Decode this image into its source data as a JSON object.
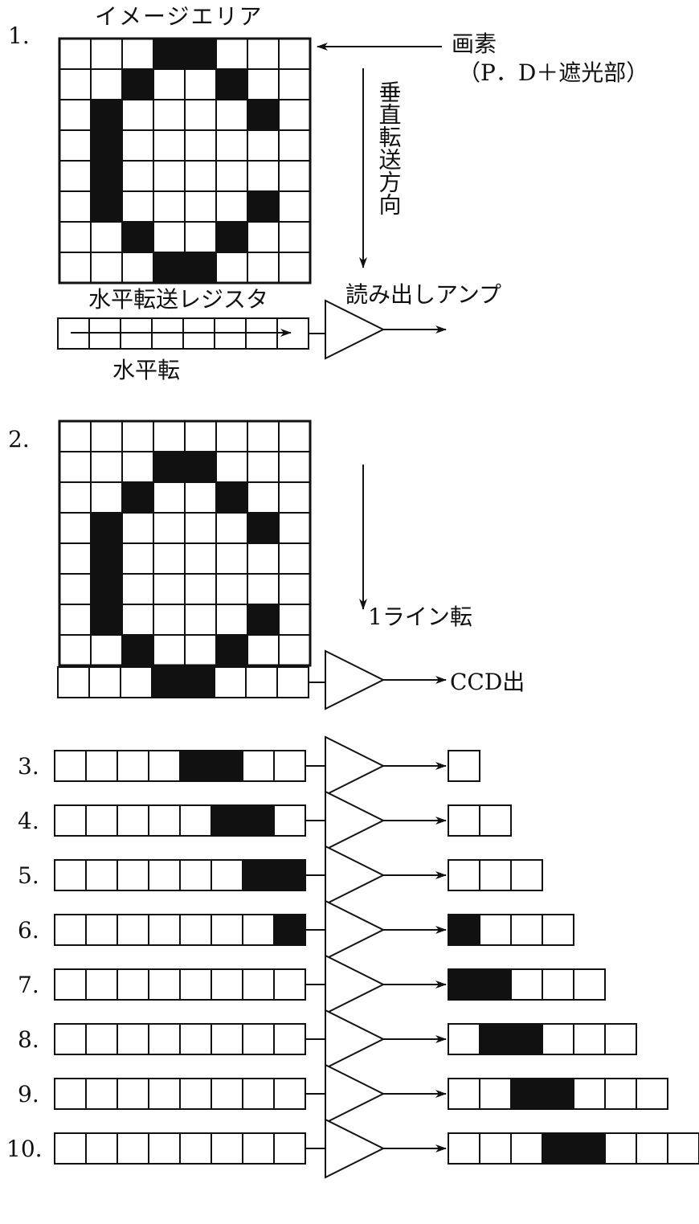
{
  "colors": {
    "ink": "#111111",
    "paper": "#ffffff"
  },
  "step1": {
    "number": "1.",
    "image_area_label": "イメージエリア",
    "pixel_label": "画素",
    "pixel_label_sub": "（P．D＋遮光部）",
    "vertical_label": "垂直転送方向",
    "register_label": "水平転送レジスタ",
    "amp_label": "読み出しアンプ",
    "horizontal_label": "水平転",
    "grid": [
      [
        0,
        0,
        0,
        1,
        1,
        0,
        0,
        0
      ],
      [
        0,
        0,
        1,
        0,
        0,
        1,
        0,
        0
      ],
      [
        0,
        1,
        0,
        0,
        0,
        0,
        1,
        0
      ],
      [
        0,
        1,
        0,
        0,
        0,
        0,
        0,
        0
      ],
      [
        0,
        1,
        0,
        0,
        0,
        0,
        0,
        0
      ],
      [
        0,
        1,
        0,
        0,
        0,
        0,
        1,
        0
      ],
      [
        0,
        0,
        1,
        0,
        0,
        1,
        0,
        0
      ],
      [
        0,
        0,
        0,
        1,
        1,
        0,
        0,
        0
      ]
    ],
    "register": [
      0,
      0,
      0,
      0,
      0,
      0,
      0,
      0
    ]
  },
  "step2": {
    "number": "2.",
    "line_label": "1ライン転",
    "output_label": "CCD出",
    "grid": [
      [
        0,
        0,
        0,
        0,
        0,
        0,
        0,
        0
      ],
      [
        0,
        0,
        0,
        1,
        1,
        0,
        0,
        0
      ],
      [
        0,
        0,
        1,
        0,
        0,
        1,
        0,
        0
      ],
      [
        0,
        1,
        0,
        0,
        0,
        0,
        1,
        0
      ],
      [
        0,
        1,
        0,
        0,
        0,
        0,
        0,
        0
      ],
      [
        0,
        1,
        0,
        0,
        0,
        0,
        0,
        0
      ],
      [
        0,
        1,
        0,
        0,
        0,
        0,
        1,
        0
      ],
      [
        0,
        0,
        1,
        0,
        0,
        1,
        0,
        0
      ]
    ],
    "register": [
      0,
      0,
      0,
      1,
      1,
      0,
      0,
      0
    ]
  },
  "rows": [
    {
      "number": "3.",
      "register": [
        0,
        0,
        0,
        0,
        1,
        1,
        0,
        0
      ],
      "output": [
        0
      ]
    },
    {
      "number": "4.",
      "register": [
        0,
        0,
        0,
        0,
        0,
        1,
        1,
        0
      ],
      "output": [
        0,
        0
      ]
    },
    {
      "number": "5.",
      "register": [
        0,
        0,
        0,
        0,
        0,
        0,
        1,
        1
      ],
      "output": [
        0,
        0,
        0
      ]
    },
    {
      "number": "6.",
      "register": [
        0,
        0,
        0,
        0,
        0,
        0,
        0,
        1
      ],
      "output": [
        1,
        0,
        0,
        0
      ]
    },
    {
      "number": "7.",
      "register": [
        0,
        0,
        0,
        0,
        0,
        0,
        0,
        0
      ],
      "output": [
        1,
        1,
        0,
        0,
        0
      ]
    },
    {
      "number": "8.",
      "register": [
        0,
        0,
        0,
        0,
        0,
        0,
        0,
        0
      ],
      "output": [
        0,
        1,
        1,
        0,
        0,
        0
      ]
    },
    {
      "number": "9.",
      "register": [
        0,
        0,
        0,
        0,
        0,
        0,
        0,
        0
      ],
      "output": [
        0,
        0,
        1,
        1,
        0,
        0,
        0
      ]
    },
    {
      "number": "10.",
      "register": [
        0,
        0,
        0,
        0,
        0,
        0,
        0,
        0
      ],
      "output": [
        0,
        0,
        0,
        1,
        1,
        0,
        0,
        0
      ]
    }
  ]
}
